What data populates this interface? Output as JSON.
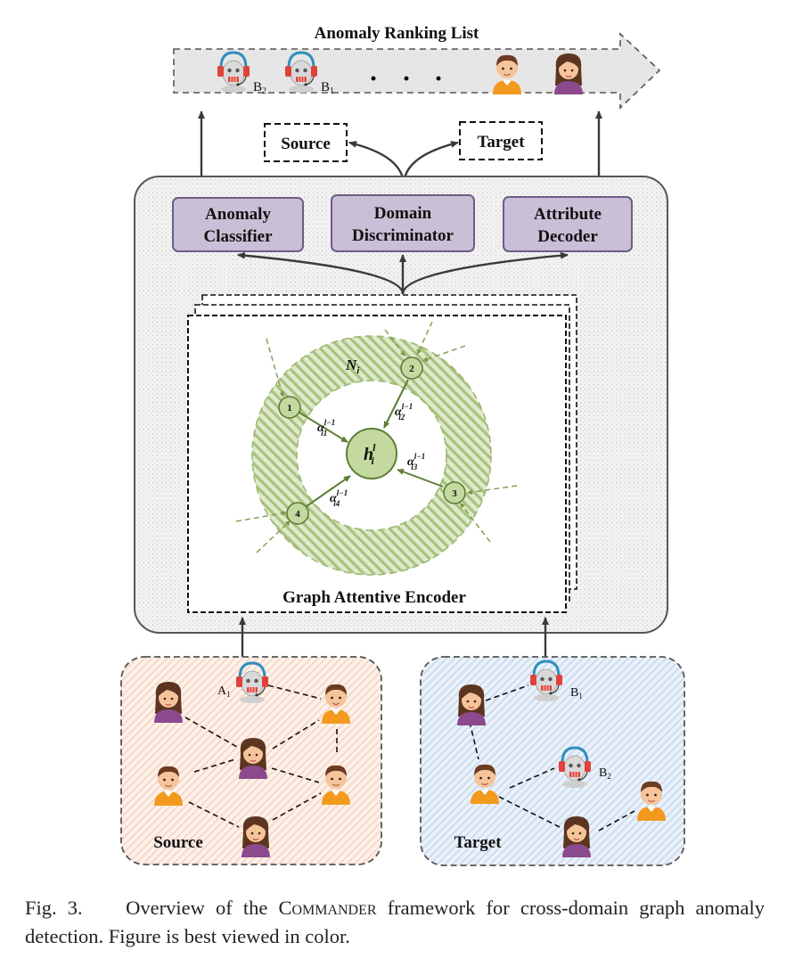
{
  "ranking": {
    "title": "Anomaly Ranking List",
    "labels": [
      "B",
      "B"
    ],
    "subs": [
      "2",
      "1"
    ],
    "dots": ". . ."
  },
  "outputs": {
    "source": "Source",
    "target": "Target"
  },
  "modules": {
    "classifier": [
      "Anomaly",
      "Classifier"
    ],
    "discriminator": [
      "Domain",
      "Discriminator"
    ],
    "decoder": [
      "Attribute",
      "Decoder"
    ]
  },
  "encoder": {
    "title": "Graph Attentive Encoder",
    "neighborhood": "N",
    "neighborhood_sub": "i",
    "center": "h",
    "center_sup": "l",
    "center_sub": "i",
    "nodes": [
      "1",
      "2",
      "3",
      "4"
    ],
    "alpha_sup": "l−1",
    "alpha_subs": [
      "i1",
      "i2",
      "i3",
      "i4"
    ]
  },
  "source_domain": {
    "label": "Source",
    "anomaly": "A",
    "anomaly_sub": "1"
  },
  "target_domain": {
    "label": "Target",
    "anomalies": [
      "B",
      "B"
    ],
    "anomaly_subs": [
      "1",
      "2"
    ]
  },
  "caption": {
    "fig": "Fig. 3.",
    "pre": "Overview of the",
    "name": "Commander",
    "post": "framework for cross-domain graph anomaly detection. Figure is best viewed in color."
  },
  "colors": {
    "module_fill": "#c9bfd6",
    "module_border": "#6e5c85",
    "neighborhood_green": "#a8c27e",
    "node_fill": "#c3d9a0",
    "source_bg": "#fbe6dc",
    "target_bg": "#dce8f5",
    "person_face": "#f6c49b",
    "person_orange": "#f39a1e",
    "person_purple": "#8a4a8c",
    "robot_red": "#e0423a"
  }
}
